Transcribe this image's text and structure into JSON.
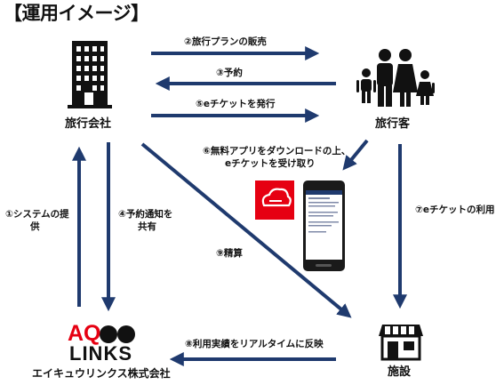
{
  "title": "【運用イメージ】",
  "nodes": {
    "travel_agency": "旅行会社",
    "traveler": "旅行客",
    "facility": "施設",
    "aqoo": {
      "logo_top": "AQ",
      "logo_bottom": "LINKS",
      "company": "エイキュウリンクス株式会社"
    }
  },
  "flows": {
    "f2": "②旅行プランの販売",
    "f3": "③予約",
    "f5": "⑤eチケットを発行",
    "f6_line1": "⑥無料アプリをダウンロードの上、",
    "f6_line2": "eチケットを受け取り",
    "f7": "⑦eチケットの利用",
    "f1_line1": "①システムの提",
    "f1_line2": "供",
    "f4_line1": "④予約通知を",
    "f4_line2": "共有",
    "f9": "⑨精算",
    "f8": "⑧利用実績をリアルタイムに反映"
  },
  "colors": {
    "arrow": "#1f3a6e",
    "aqoo_red": "#e60012",
    "app_red": "#e60012"
  }
}
